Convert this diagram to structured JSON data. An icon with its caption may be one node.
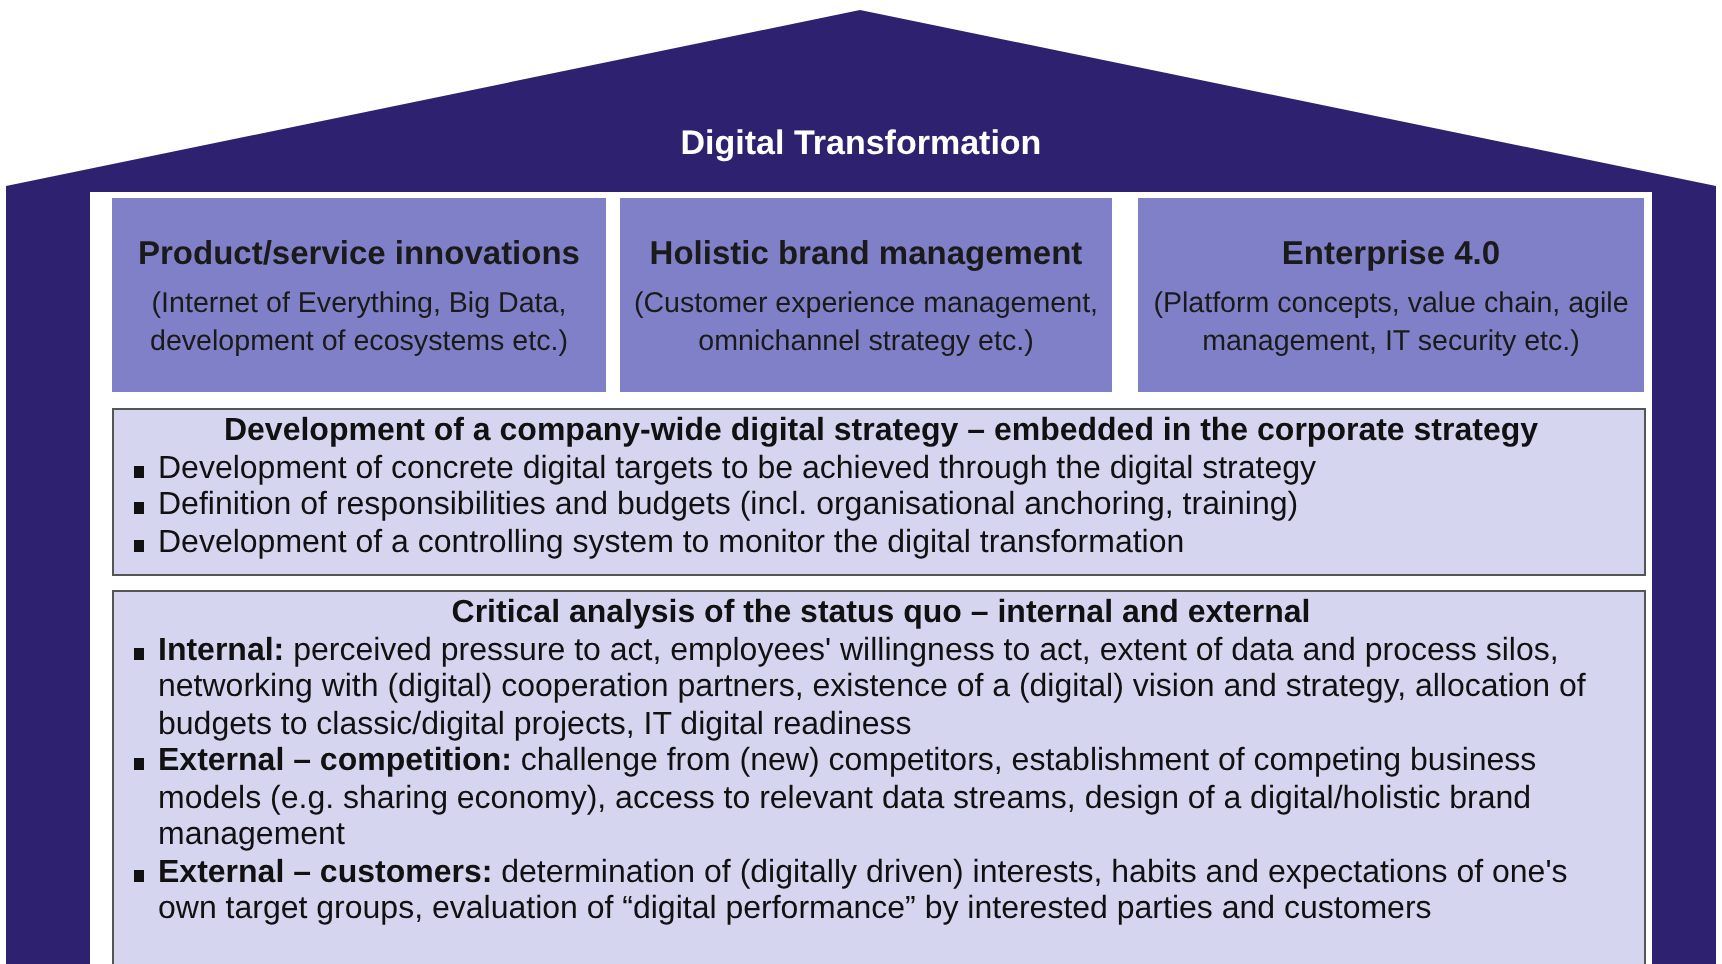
{
  "diagram": {
    "nodes": [
      {
        "text": [
          "Digital Transformation"
        ]
      },
      {
        "text": [
          "Product/service innovations",
          "(Internet of Everything, Big Data, development of ecosystems etc.)"
        ],
        "in": 0
      },
      {
        "text": [
          "Holistic brand management",
          "(Customer experience management, omnichannel strategy etc.)"
        ],
        "in": 0
      },
      {
        "text": [
          "Enterprise 4.0",
          "(Platform concepts, value chain, agile management, IT security etc.)"
        ],
        "in": 0
      },
      {
        "text": [
          "Development of a company-wide digital strategy – embedded in the corporate strategy",
          "Development of concrete digital targets to be achieved through the digital strategy",
          "Definition of responsibilities and budgets (incl. organisational anchoring, training)",
          "Development of a controlling system to monitor the digital transformation"
        ],
        "in": 0
      },
      {
        "text": [
          "Critical analysis of the status quo – internal and external",
          "**Internal:** perceived pressure to act, employees' willingness to act, extent of data and process silos, networking with (digital) cooperation partners, existence of a (digital) vision and strategy, allocation of budgets to classic/digital projects, IT digital readiness",
          "**External – competition:** challenge from (new) competitors, establishment of competing business models (e.g. sharing economy), access to relevant data streams, design of a digital/holistic brand management",
          "**External – customers:** determination of (digitally driven) interests, habits and expectations of one's own target groups, evaluation of “digital performance” by interested parties and customers"
        ],
        "in": 0
      }
    ],
    "edges": []
  }
}
